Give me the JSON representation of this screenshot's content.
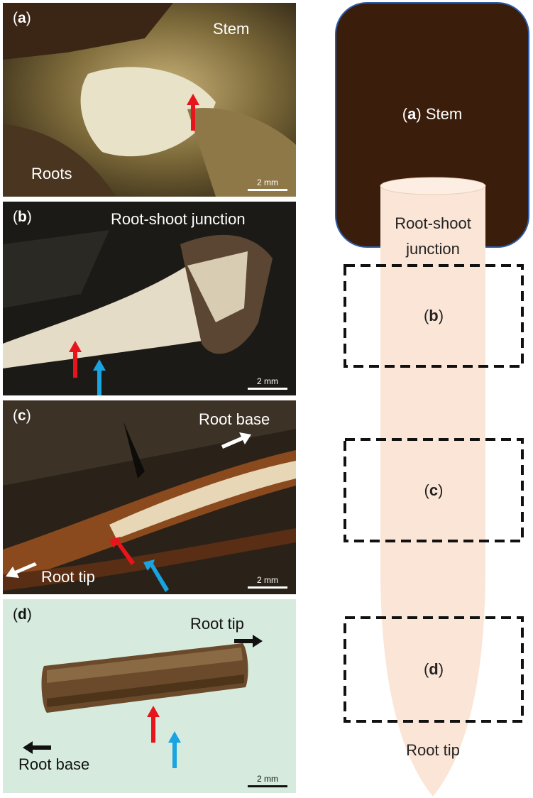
{
  "panels": {
    "a": {
      "letter": "a",
      "labels": [
        "Stem",
        "Roots"
      ],
      "scale": "2 mm"
    },
    "b": {
      "letter": "b",
      "labels": [
        "Root-shoot junction"
      ],
      "scale": "2 mm"
    },
    "c": {
      "letter": "c",
      "labels": [
        "Root base",
        "Root tip"
      ],
      "scale": "2 mm"
    },
    "d": {
      "letter": "d",
      "labels": [
        "Root tip",
        "Root base"
      ],
      "scale": "2 mm"
    }
  },
  "diagram": {
    "stem_letter": "a",
    "stem_label": "Stem",
    "junction_line1": "Root-shoot",
    "junction_line2": "junction",
    "box_b": "b",
    "box_c": "c",
    "box_d": "d",
    "root_tip": "Root tip"
  },
  "colors": {
    "stem_fill": "#3a1d0a",
    "stem_border": "#2f5ba8",
    "root_fill": "#fbe5d6",
    "arrow_red": "#e8141c",
    "arrow_blue": "#18a4e0",
    "panel_d_bg": "#d8ecdf"
  }
}
